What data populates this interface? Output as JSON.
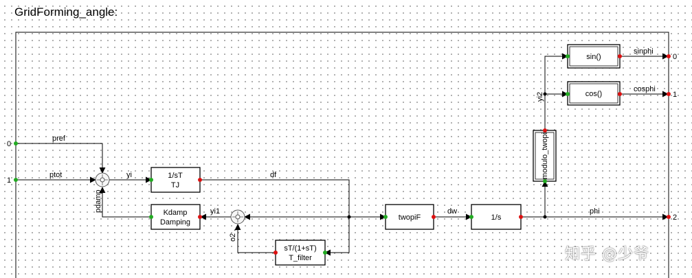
{
  "title": "GridForming_angle:",
  "inputs": [
    {
      "port": "0",
      "signal": "pref"
    },
    {
      "port": "1",
      "signal": "ptot"
    }
  ],
  "outputs": [
    {
      "port": "0",
      "signal": "sinphi"
    },
    {
      "port": "1",
      "signal": "cosphi"
    },
    {
      "port": "2",
      "signal": "phi"
    }
  ],
  "blocks": {
    "integrator_tj": {
      "line1": "1/sT",
      "line2": "TJ"
    },
    "damping": {
      "line1": "Kdamp",
      "line2": "Damping"
    },
    "filter": {
      "line1": "sT/(1+sT)",
      "line2": "T_filter"
    },
    "twopif": {
      "line1": "twopiF"
    },
    "integrator_s": {
      "line1": "1/s"
    },
    "modulo": {
      "line1": "modulo_twopi"
    },
    "sin": {
      "line1": "sin()"
    },
    "cos": {
      "line1": "cos()"
    }
  },
  "signals": {
    "yi": "yi",
    "df": "df",
    "pdamp": "pdamp",
    "yi1": "yi1",
    "o2": "o2 ,",
    "dw": "dw",
    "yi2": "yi2",
    "phi": "phi"
  },
  "watermark": "知乎 @少爷"
}
